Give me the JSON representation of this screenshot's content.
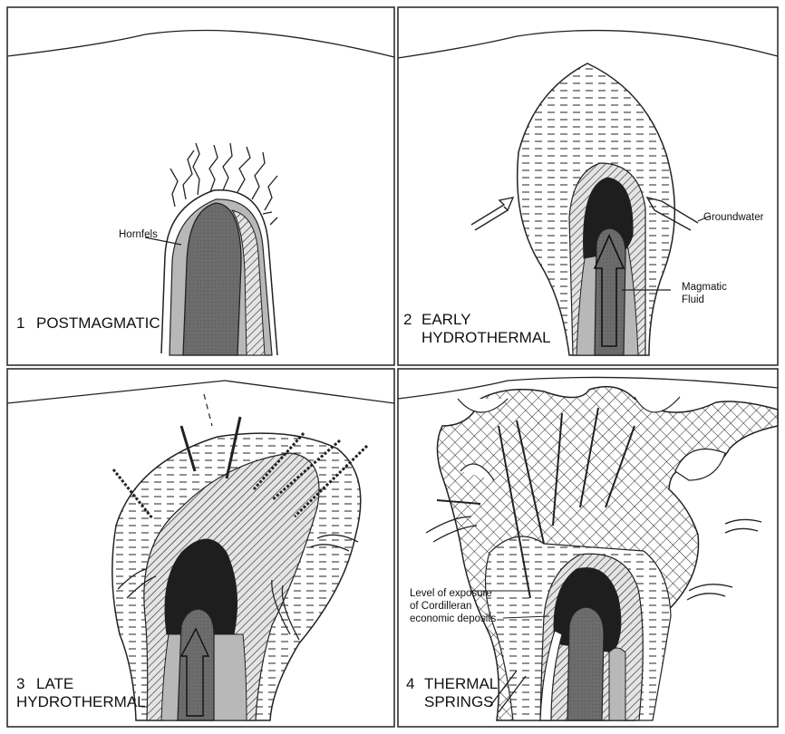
{
  "panels": [
    {
      "number": "1",
      "stage_lines": [
        "POSTMAGMATIC"
      ]
    },
    {
      "number": "2",
      "stage_lines": [
        "EARLY",
        "HYDROTHERMAL"
      ]
    },
    {
      "number": "3",
      "stage_lines": [
        "LATE",
        "HYDROTHERMAL"
      ]
    },
    {
      "number": "4",
      "stage_lines": [
        "THERMAL",
        "SPRINGS"
      ]
    }
  ],
  "labels": {
    "hornfels": "Hornfels",
    "groundwater": "Groundwater",
    "magmatic_fluid": [
      "Magmatic",
      "Fluid"
    ],
    "exposure": [
      "Level of exposure",
      "of Cordilleran",
      "economic deposits"
    ]
  },
  "colors": {
    "stock_dark": "#1e1e1e",
    "stock_mid": "#6c6c6c",
    "stock_light": "#b8b8b8",
    "line": "#111111"
  }
}
